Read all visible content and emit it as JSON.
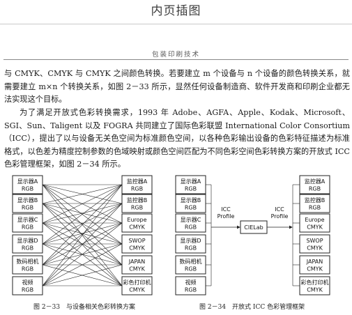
{
  "page_title": "内页插图",
  "running_head": "包装印刷技术",
  "paragraphs": [
    "与 CMYK、CMYK 与 CMYK 之间颜色转换。若要建立 m 个设备与 n 个设备的颜色转换关系，就需要建立 m×n 个转换关系，如图 2－33 所示，显然任何设备制造商、软件开发商和印刷企业都无法实现这个目标。",
    "为了满足开放式色彩转换需求，1993 年 Adobe、AGFA、Apple、Kodak、Microsoft、SGI、Sun、Taligent 以及 FOGRA 共同建立了国际色彩联盟 International Color Consortium（ICC），提出了以与设备无关色空间为标准颜色空间，以各种色彩输出设备的色彩特征描述为标准格式，以色差为精度控制参数的色域映射或颜色空间匹配为不同色彩空间色彩转换方案的开放式 ICC 色彩管理框架，如图 2－34 所示。"
  ],
  "fig33": {
    "inputs": [
      {
        "name": "显示器A",
        "space": "RGB"
      },
      {
        "name": "显示器B",
        "space": "RGB"
      },
      {
        "name": "显示器C",
        "space": "RGB"
      },
      {
        "name": "显示器D",
        "space": "RGB"
      },
      {
        "name": "数码相机",
        "space": "RGB"
      },
      {
        "name": "视频",
        "space": "RGB"
      }
    ],
    "outputs": [
      {
        "name": "监控器A",
        "space": "RGB"
      },
      {
        "name": "监控器B",
        "space": "RGB"
      },
      {
        "name": "Europe",
        "space": "CMYK"
      },
      {
        "name": "SWOP",
        "space": "CMYK"
      },
      {
        "name": "JAPAN",
        "space": "CMYK"
      },
      {
        "name": "彩色打印机",
        "space": "CMYK"
      }
    ],
    "caption": "图 2－33　与设备相关色彩转换方案"
  },
  "fig34": {
    "inputs": [
      {
        "name": "显示器A",
        "space": "RGB"
      },
      {
        "name": "显示器B",
        "space": "RGB"
      },
      {
        "name": "显示器C",
        "space": "RGB"
      },
      {
        "name": "显示器D",
        "space": "RGB"
      },
      {
        "name": "数码相机",
        "space": "RGB"
      },
      {
        "name": "视频",
        "space": "RGB"
      }
    ],
    "outputs": [
      {
        "name": "监控器A",
        "space": "RGB"
      },
      {
        "name": "监控器B",
        "space": "RGB"
      },
      {
        "name": "Europe",
        "space": "CMYK"
      },
      {
        "name": "SWOP",
        "space": "CMYK"
      },
      {
        "name": "JAPAN",
        "space": "CMYK"
      },
      {
        "name": "彩色打印机",
        "space": "CMYK"
      }
    ],
    "hub": "CIELab",
    "left_profile": [
      "ICC",
      "Profile"
    ],
    "right_profile": [
      "ICC",
      "Profile"
    ],
    "caption": "图 2－34　开放式 ICC 色彩管理框架"
  }
}
